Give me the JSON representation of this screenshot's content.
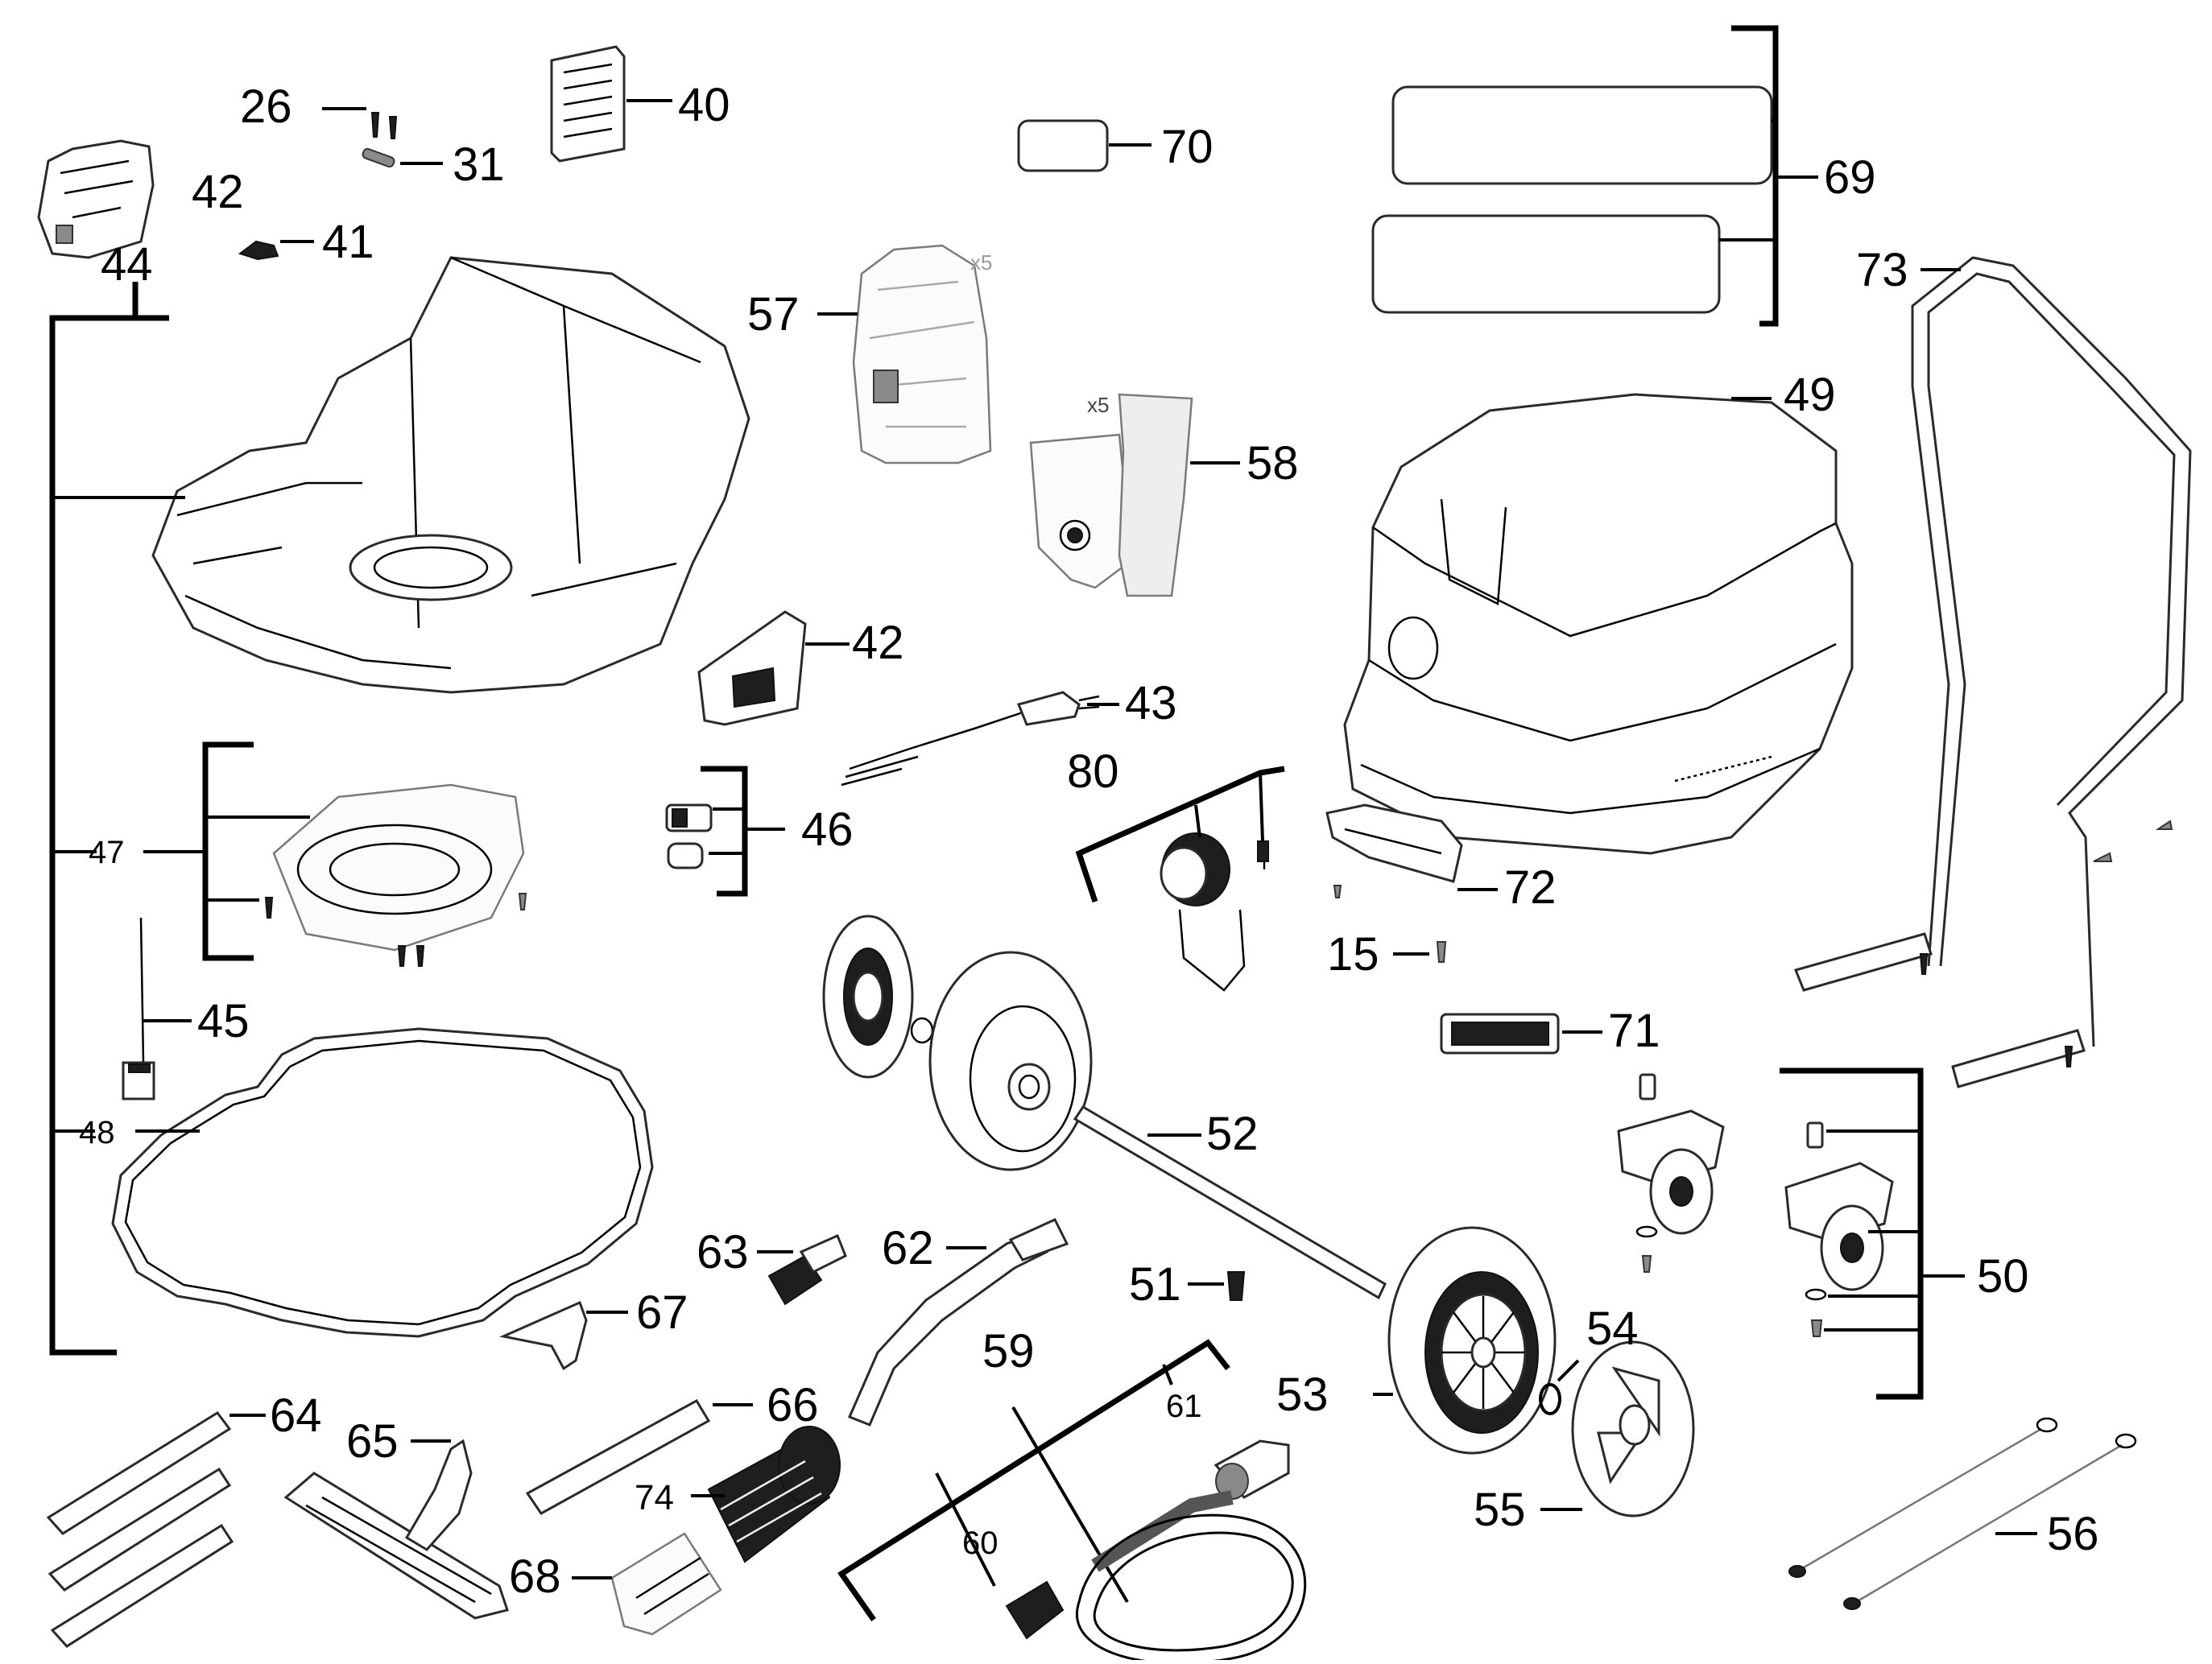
{
  "labels": {
    "p15": "15",
    "p26": "26",
    "p31": "31",
    "p40": "40",
    "p41": "41",
    "p42a": "42",
    "p42b": "42",
    "p43": "43",
    "p44": "44",
    "p45": "45",
    "p46": "46",
    "p47": "47",
    "p48": "48",
    "p49": "49",
    "p50": "50",
    "p51": "51",
    "p52": "52",
    "p53": "53",
    "p54": "54",
    "p55": "55",
    "p56": "56",
    "p57": "57",
    "p58": "58",
    "p59": "59",
    "p60": "60",
    "p61": "61",
    "p62": "62",
    "p63": "63",
    "p64": "64",
    "p65": "65",
    "p66": "66",
    "p67": "67",
    "p68": "68",
    "p69": "69",
    "p70": "70",
    "p71": "71",
    "p72": "72",
    "p73": "73",
    "p74": "74",
    "p80": "80"
  },
  "quantity_marks": {
    "bag_57": "x5",
    "bag_58": "x5"
  }
}
